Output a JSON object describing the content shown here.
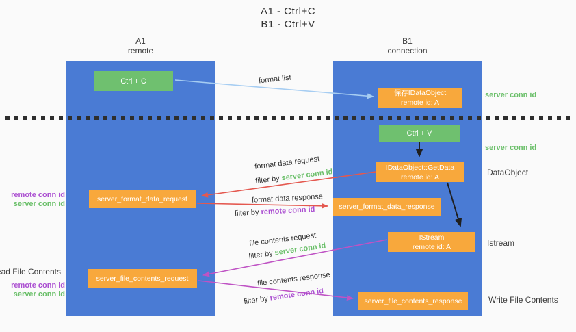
{
  "title": {
    "line1": "A1 - Ctrl+C",
    "line2": "B1 - Ctrl+V"
  },
  "columns": {
    "a": {
      "name": "A1",
      "subtitle": "remote"
    },
    "b": {
      "name": "B1",
      "subtitle": "connection"
    }
  },
  "boxes": {
    "ctrl_c": {
      "label": "Ctrl + C"
    },
    "ctrl_v": {
      "label": "Ctrl + V"
    },
    "save_dataobject": {
      "line1": "保存IDataObject",
      "line2": "remote id: A"
    },
    "getdata": {
      "line1": "IDataObject::GetData",
      "line2": "remote id: A"
    },
    "istream": {
      "line1": "IStream",
      "line2": "remote id: A"
    },
    "format_request": {
      "label": "server_format_data_request"
    },
    "format_response": {
      "label": "server_format_data_response"
    },
    "file_request": {
      "label": "server_file_contents_request"
    },
    "file_response": {
      "label": "server_file_contents_response"
    }
  },
  "side_labels": {
    "server_conn_id": "server conn id",
    "remote_conn_id": "remote conn id",
    "dataobject": "DataObject",
    "istream": "Istream",
    "read_file_contents": "Read File Contents",
    "write_file_contents": "Write File Contents"
  },
  "arrow_labels": {
    "format_list": "format list",
    "format_data_request": "format data request",
    "format_data_response": "format data response",
    "file_contents_request": "file contents request",
    "file_contents_response": "file contents response",
    "filter_by": "filter by",
    "server_conn_id": "server conn id",
    "remote_conn_id": "remote conn id"
  },
  "colors": {
    "column_blue": "#4a7bd4",
    "box_green": "#6fc06f",
    "box_orange": "#f8a83c",
    "arrow_red": "#e4584f",
    "arrow_magenta": "#bf53c4",
    "arrow_light_blue": "#a6cdf2",
    "arrow_black": "#1f1f1f",
    "text_green": "#6abf69",
    "text_purple": "#ab4fd1"
  }
}
